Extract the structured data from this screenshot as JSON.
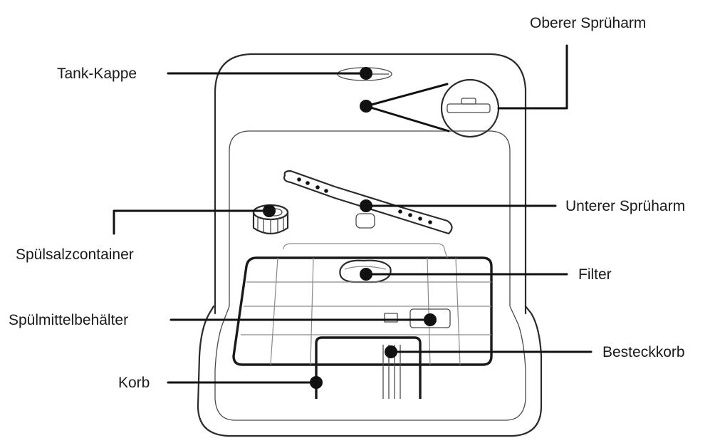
{
  "labels": {
    "tank_cap": "Tank-Kappe",
    "upper_spray_arm": "Oberer Sprüharm",
    "lower_spray_arm": "Unterer Sprüharm",
    "salt_container": "Spülsalzcontainer",
    "filter": "Filter",
    "detergent_container": "Spülmittelbehälter",
    "cutlery_basket": "Besteckkorb",
    "basket": "Korb"
  }
}
